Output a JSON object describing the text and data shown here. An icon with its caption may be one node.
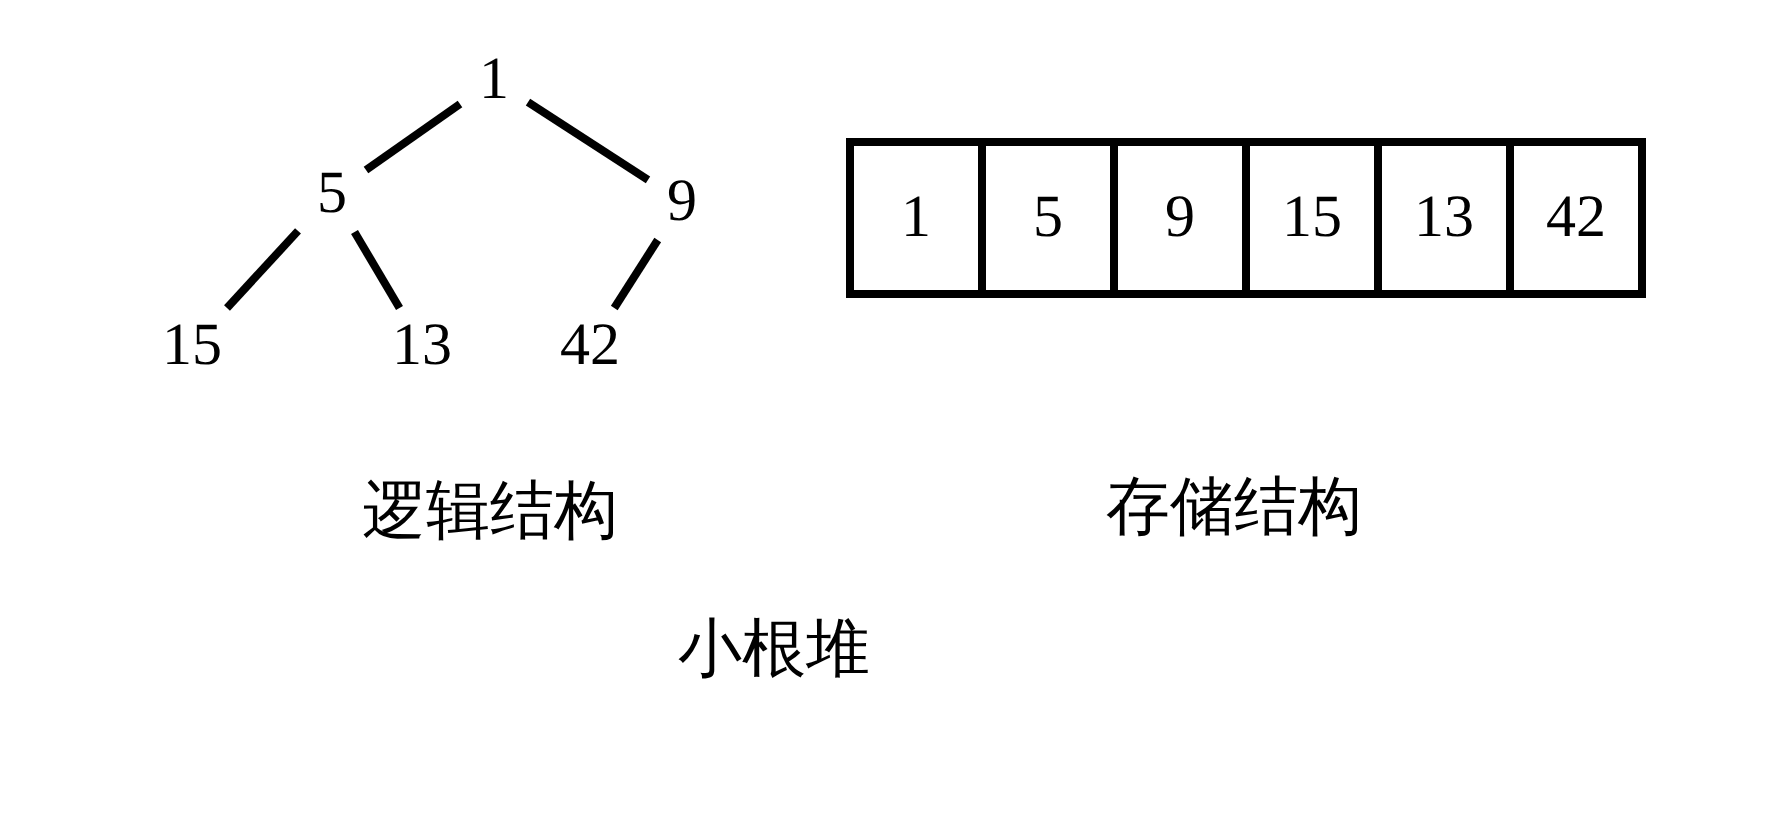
{
  "diagram": {
    "nodes": [
      {
        "text": [
          "1"
        ]
      },
      {
        "text": [
          "5"
        ]
      },
      {
        "text": [
          "9"
        ]
      },
      {
        "text": [
          "15"
        ]
      },
      {
        "text": [
          "13"
        ]
      },
      {
        "text": [
          "42"
        ]
      },
      {
        "text": [
          "1"
        ]
      },
      {
        "text": [
          "5"
        ]
      },
      {
        "text": [
          "9"
        ]
      },
      {
        "text": [
          "15"
        ]
      },
      {
        "text": [
          "13"
        ]
      },
      {
        "text": [
          "42"
        ]
      }
    ],
    "edges": [
      {
        "from": 0,
        "to": 1,
        "arrow": "none"
      },
      {
        "from": 0,
        "to": 2,
        "arrow": "none"
      },
      {
        "from": 1,
        "to": 3,
        "arrow": "none"
      },
      {
        "from": 1,
        "to": 4,
        "arrow": "none"
      },
      {
        "from": 2,
        "to": 5,
        "arrow": "none"
      }
    ],
    "labels": [
      "逻辑结构",
      "存储结构",
      "小根堆"
    ]
  }
}
